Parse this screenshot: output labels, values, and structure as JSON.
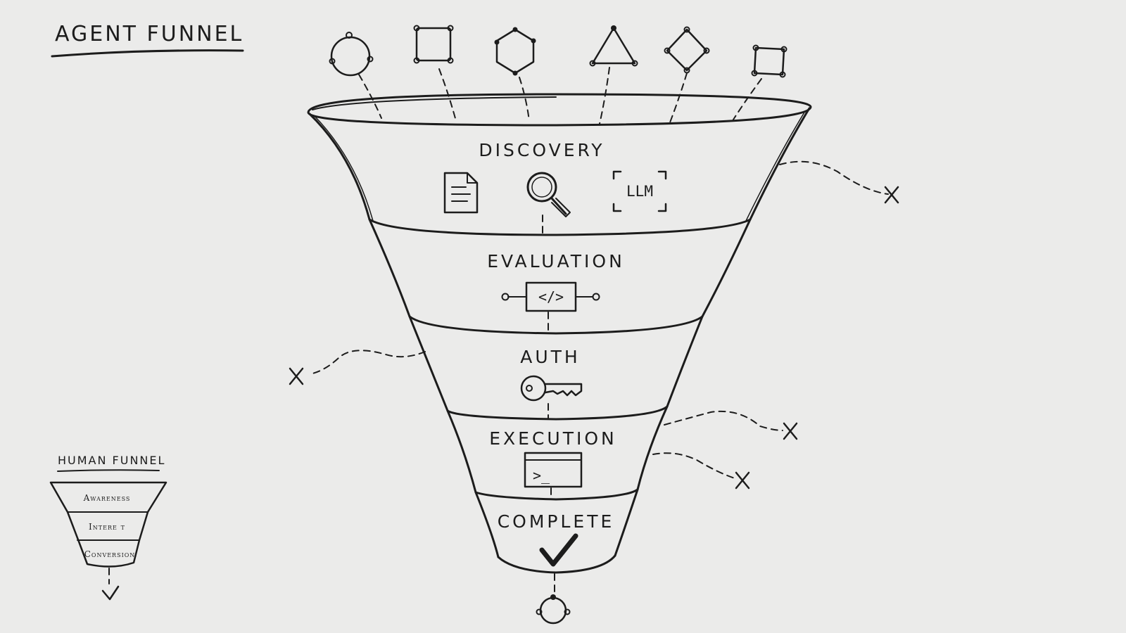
{
  "title": "AGENT FUNNEL",
  "agent_funnel": {
    "stages": [
      {
        "label": "DISCOVERY",
        "icons": [
          "document-icon",
          "magnifier-icon",
          "llm-icon"
        ]
      },
      {
        "label": "EVALUATION",
        "icons": [
          "code-icon"
        ]
      },
      {
        "label": "AUTH",
        "icons": [
          "key-icon"
        ]
      },
      {
        "label": "EXECUTION",
        "icons": [
          "terminal-icon"
        ]
      },
      {
        "label": "COMPLETE",
        "icons": [
          "checkmark-icon"
        ]
      }
    ],
    "llm_icon_text": "LLM",
    "code_icon_text": "</>",
    "terminal_icon_text": ">_",
    "input_nodes": [
      "circle-node-icon",
      "square-node-icon",
      "hexagon-node-icon",
      "triangle-node-icon",
      "diamond-node-icon",
      "square-node-icon"
    ],
    "output_node": "circle-node-icon",
    "dropoff_marker": "x-icon"
  },
  "human_funnel": {
    "title": "HUMAN FUNNEL",
    "stages": [
      "Awareness",
      "Intere t",
      "Conversion"
    ],
    "result": "checkmark-icon"
  },
  "colors": {
    "background": "#ebebea",
    "ink": "#1c1c1c"
  }
}
